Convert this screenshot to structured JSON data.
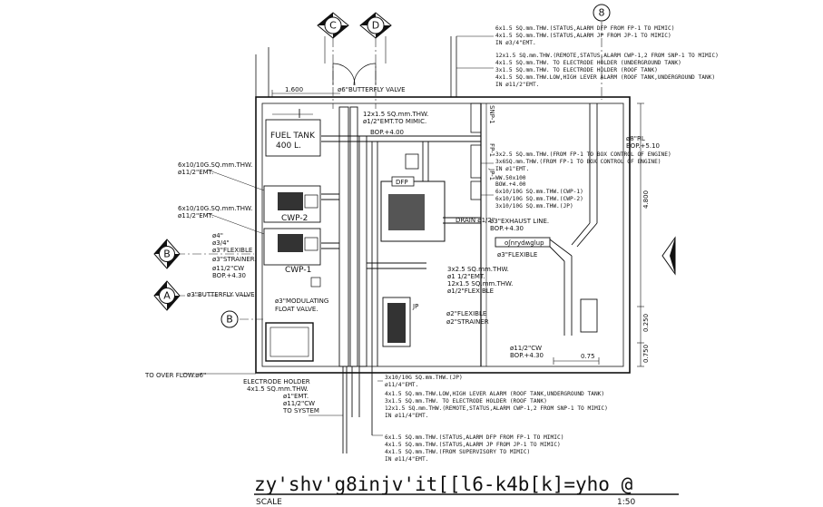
{
  "grid_bubbles": {
    "c": "C",
    "d": "D",
    "eight": "8",
    "b_left": "B",
    "a_left": "A",
    "b_inner": "B"
  },
  "notes_top_right": [
    "6x1.5 SQ.mm.THW.(STATUS,ALARM DFP FROM FP-1 TO MIMIC)",
    "4x1.5 SQ.mm.THW.(STATUS,ALARM JP FROM JP-1 TO MIMIC)",
    "IN ø3/4\"EMT.",
    "12x1.5 SQ.mm.THW.(REMOTE,STATUS,ALARM CWP-1,2 FROM SNP-1 TO MIMIC)",
    "4x1.5 SQ.mm.THW. TO ELECTRODE HOLDER (UNDERGROUND TANK)",
    "3x1.5 SQ.mm.THW. TO ELECTRODE HOLDER (ROOF TANK)",
    "4x1.5 SQ.mm.THW.LOW,HIGH LEVER ALARM (ROOF TANK,UNDERGROUND TANK)",
    "IN ø11/2\"EMT."
  ],
  "notes_right_mid": [
    "3x2.5 SQ.mm.THW.(FROM FP-1 TO BOX CONTROL OF ENGINE)",
    "3x6SQ.mm.THW.(FROM FP-1 TO BOX CONTROL OF ENGINE)",
    "IN ø1\"EMT.",
    "WW.50x100",
    "BOW.+4.00",
    "6x10/10G SQ.mm.THW.(CWP-1)",
    "6x10/10G SQ.mm.THW.(CWP-2)",
    "3x10/10G SQ.mm.THW.(JP)"
  ],
  "notes_bottom": [
    "3x10/10G SQ.mm.THW.(JP)",
    "ø11/4\"EMT.",
    "4x1.5 SQ.mm.THW.LOW,HIGH LEVER ALARM (ROOF TANK,UNDERGROUND TANK)",
    "3x1.5 SQ.mm.THW. TO ELECTRODE HOLDER (ROOF TANK)",
    "12x1.5 SQ.mm.THW.(REMOTE,STATUS,ALARM CWP-1,2 FROM SNP-1 TO MIMIC)",
    "IN ø11/4\"EMT."
  ],
  "notes_bottom2": [
    "6x1.5 SQ.mm.THW.(STATUS,ALARM DFP FROM FP-1 TO MIMIC)",
    "4x1.5 SQ.mm.THW.(STATUS,ALARM JP FROM JP-1 TO MIMIC)",
    "4x1.5 SQ.mm.THW.(FROM SUPERVISORY TO MIMIC)",
    "IN ø11/4\"EMT."
  ],
  "notes_left": {
    "wire1a": "6x10/10G.SQ.mm.THW.",
    "wire1b": "ø11/2\"EMT.",
    "wire2a": "6x10/10G.SQ.mm.THW.",
    "wire2b": "ø11/2\"EMT.",
    "p4": "ø4\"",
    "p34": "ø3/4\"",
    "flex": "ø3\"FLEXIBLE",
    "strainer": "ø3\"STRAINER.",
    "cw": "ø11/2\"CW",
    "bop": "BOP.+4.30",
    "butterfly": "ø3\"BUTTERFLY VALVE",
    "overflow": "TO OVER FLOW.ø6\"",
    "electrode": "ELECTRODE HOLDER",
    "e_wire": "4x1.5 SQ.mm.THW.",
    "e_emt": "ø1\"EMT.",
    "e_cw": "ø11/2\"CW",
    "to_system": "TO SYSTEM"
  },
  "plan_labels": {
    "dim_1600": "1.600",
    "butterfly_top": "ø6\"BUTTERFLY VALVE",
    "wire_top_a": "12x1.5 SQ.mm.THW.",
    "wire_top_b": "ø1/2\"EMT.TO MIMIC.",
    "bop_top": "BOP.+4.00",
    "fuel_tank": "FUEL TANK",
    "fuel_cap": "400 L.",
    "cwp2": "CWP-2",
    "cwp1": "CWP-1",
    "dfp": "DFP",
    "modulating": "ø3\"MODULATING",
    "float_valve": "FLOAT VALVE.",
    "drain": "DRAIN ø1/2\"",
    "exhaust": "ø3\"EXHAUST LINE.",
    "exhaust_bop": "BOP.+4.30",
    "flexible_r": "ø3\"FLEXIBLE",
    "snp": "SNP-1",
    "fp": "FP-1",
    "jp": "JP-1",
    "mid_a": "3x2.5 SQ.mm.THW.",
    "mid_b": "ø1 1/2\"EMT.",
    "mid_c": "12x1.5 SQ.mm.THW.",
    "mid_d": "ø1/2\"FLEXIBLE",
    "flex2": "ø2\"FLEXIBLE",
    "strainer2": "ø2\"STRAINER",
    "jp_small": "JP",
    "cw_bottom": "ø11/2\"CW",
    "bop_bottom": "BOP.+4.30",
    "dim_075": "0.75",
    "dim_4800": "4.800",
    "dim_250": "0.250",
    "dim_0750": "0.750",
    "bop_right": "BOP.+5.10",
    "rl": "ø8\"RL"
  },
  "title": "zy'shv'g8injv'it[[l6-k4b[k]=yho @",
  "scale_label": "SCALE",
  "scale_value": "1:50"
}
